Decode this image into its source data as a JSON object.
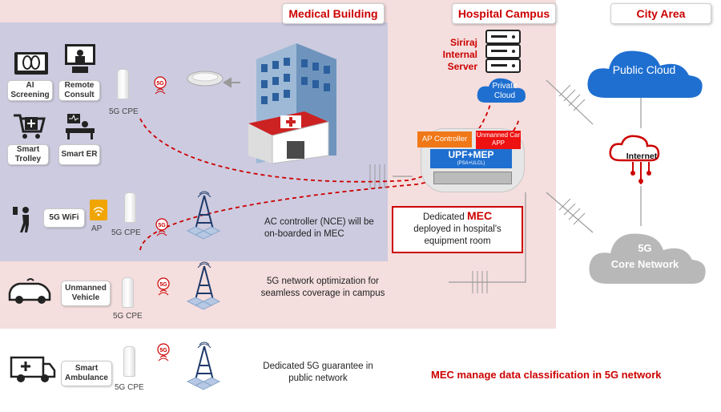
{
  "zones": {
    "medical": "Medical Building",
    "hospital": "Hospital Campus",
    "city": "City Area"
  },
  "devices": {
    "ai_screening": "AI Screening",
    "remote_consult": "Remote Consult",
    "smart_trolley": "Smart Trolley",
    "smart_er": "Smart ER",
    "wifi": "5G WiFi",
    "ap": "AP",
    "unmanned_vehicle": "Unmanned Vehicle",
    "smart_ambulance": "Smart Ambulance"
  },
  "cpe_label": "5G CPE",
  "server": {
    "label": "Siriraj Internal Server",
    "cloud": "Private Cloud"
  },
  "mec": {
    "ap_controller": "AP Controller",
    "unmanned_app": "Unmanned Car APP",
    "upf": "UPF+MEP",
    "upf_sub": "(PSA+ULCL)"
  },
  "captions": {
    "ac_controller": "AC controller (NCE) will be on-boarded in MEC",
    "optimization": "5G network optimization for seamless coverage in campus",
    "guarantee": "Dedicated 5G guarantee in public network",
    "dedicated_prefix": "Dedicated",
    "dedicated_mec": "MEC",
    "dedicated_rest": "deployed in hospital's equipment room"
  },
  "public_cloud": "Public Cloud",
  "internet": "Internet",
  "core": {
    "line1": "5G",
    "line2": "Core Network"
  },
  "footer": "MEC manage data classification in 5G network",
  "colors": {
    "accent_red": "#cc0000",
    "medical_bg": "#cdcbe0",
    "hospital_bg": "#f5dede",
    "cloud_blue": "#1f6fd0",
    "core_gray": "#b8b8b8"
  }
}
